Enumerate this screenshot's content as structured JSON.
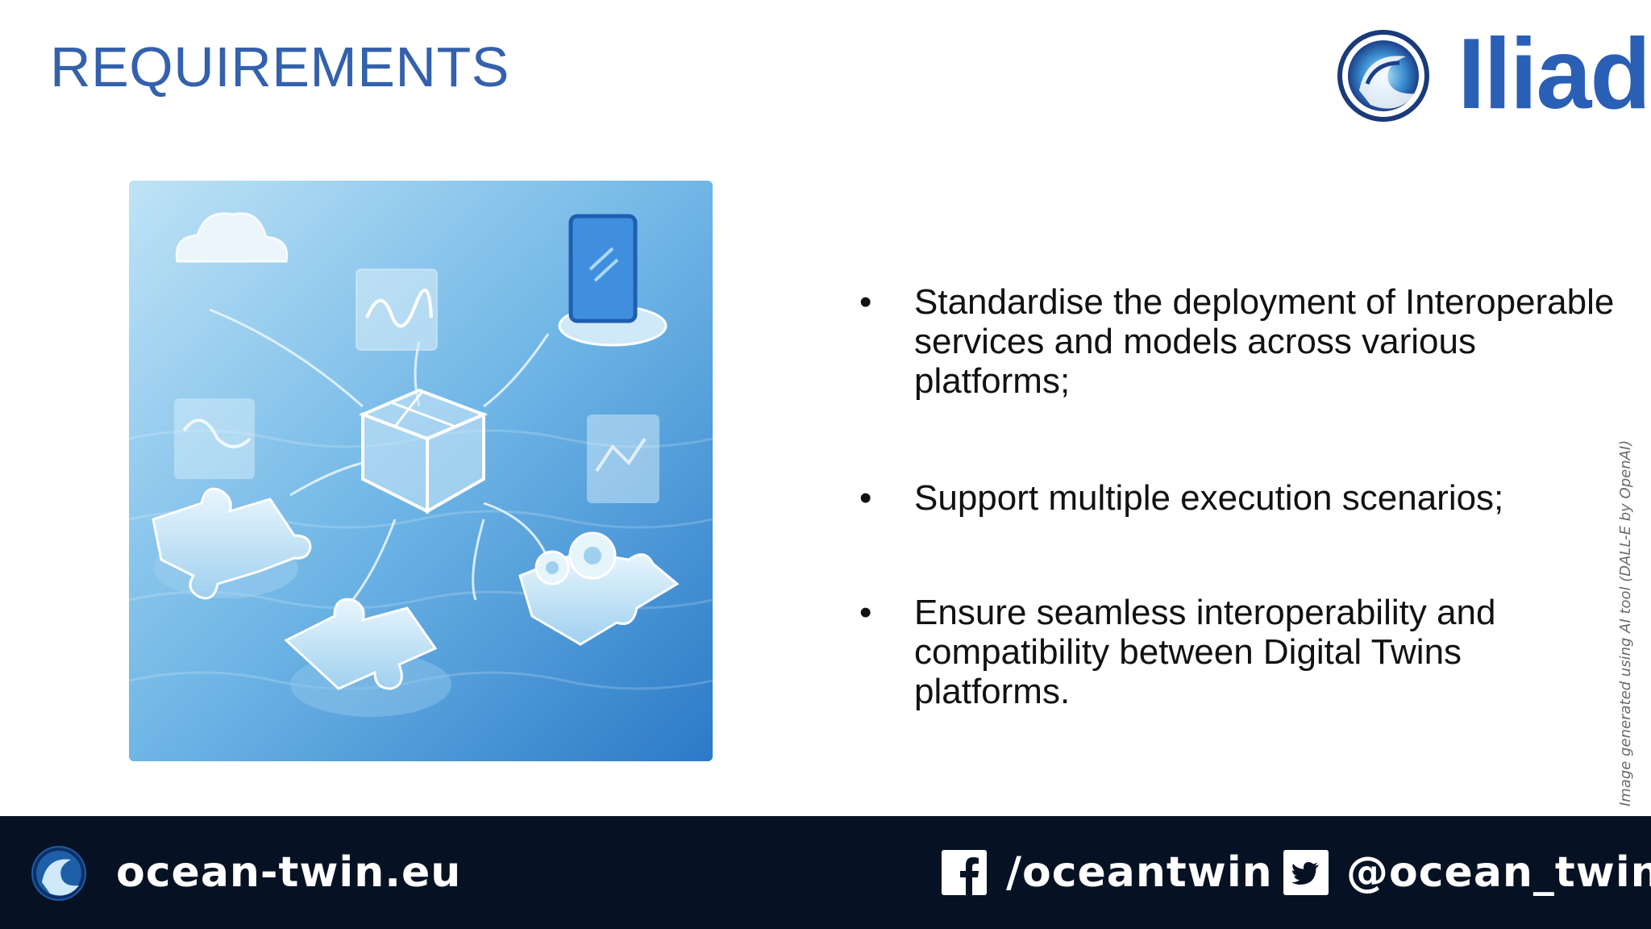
{
  "slide": {
    "title": "REQUIREMENTS",
    "logo_text": "Iliad",
    "bullets": [
      "Standardise the deployment of Interoperable services and models across various platforms;",
      "Support multiple execution scenarios;",
      "Ensure seamless interoperability and compatibility between Digital Twins platforms."
    ],
    "bullet_symbol": "•",
    "image_credit": "Image generated using AI tool (DALL-E by OpenAI)"
  },
  "footer": {
    "website": "ocean-twin.eu",
    "facebook_handle": "/oceantwin",
    "twitter_handle": "@ocean_twin"
  },
  "colors": {
    "title": "#3461ad",
    "brand_blue": "#2a5fb6",
    "footer_bg": "#061224"
  }
}
